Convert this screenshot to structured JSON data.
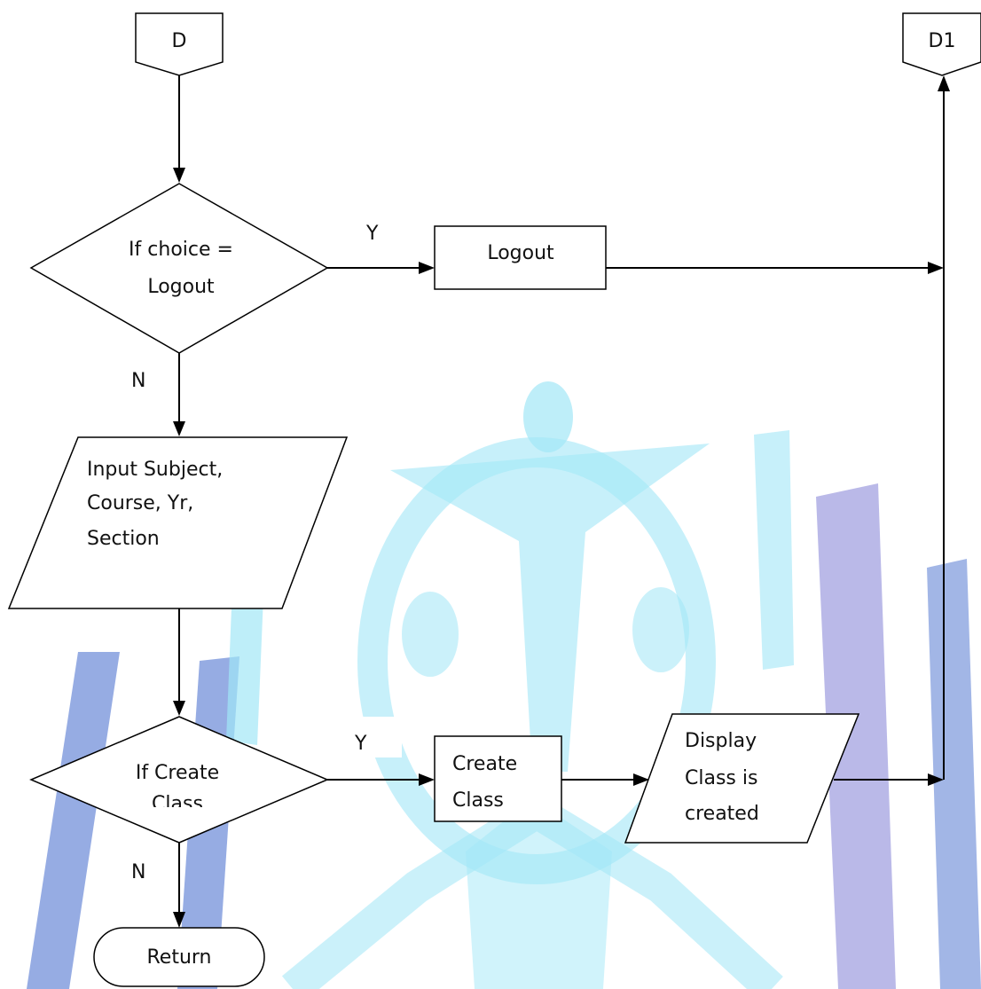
{
  "diagram": {
    "connectors": {
      "start": "D",
      "end": "D1"
    },
    "decision_logout": {
      "line1": "If choice =",
      "line2": "Logout",
      "yes_label": "Y",
      "no_label": "N"
    },
    "process_logout": {
      "label": "Logout"
    },
    "input_io": {
      "line1": "Input Subject,",
      "line2": "Course, Yr,",
      "line3": "Section"
    },
    "decision_create": {
      "line1": "If Create",
      "line2": "Class",
      "yes_label": "Y",
      "no_label": "N"
    },
    "process_create": {
      "line1": "Create",
      "line2": "Class"
    },
    "display_io": {
      "line1": "Display",
      "line2": "Class is",
      "line3": "created"
    },
    "terminal_return": {
      "label": "Return"
    }
  },
  "colors": {
    "watermark_blue": "#1f4fc4",
    "watermark_cyan": "#55d3f0",
    "watermark_purple": "#5a55c8",
    "stroke": "#000000"
  }
}
